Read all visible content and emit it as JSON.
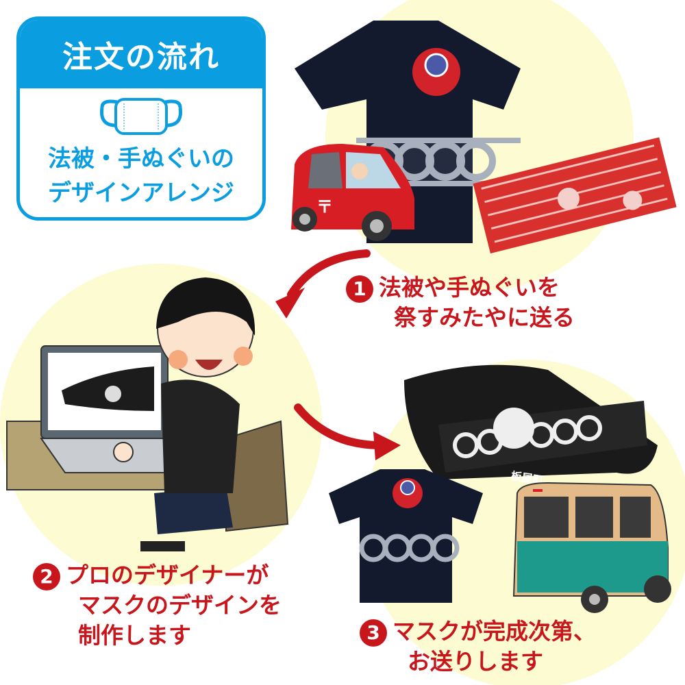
{
  "title_box": {
    "heading": "注文の流れ",
    "icon": "face-mask-icon",
    "subtitle_line1": "法被・手ぬぐいの",
    "subtitle_line2": "デザインアレンジ"
  },
  "steps": [
    {
      "number": "1",
      "lines": [
        "法被や手ぬぐいを",
        "祭すみたやに送る"
      ]
    },
    {
      "number": "2",
      "lines": [
        "プロのデザイナーが",
        "マスクのデザインを",
        "制作します"
      ]
    },
    {
      "number": "3",
      "lines": [
        "マスクが完成次第、",
        "お送りします"
      ]
    }
  ],
  "mask_print_text": "板屋町",
  "colors": {
    "accent_blue": "#0a9ee0",
    "step_red": "#c8161d",
    "highlight_yellow": "#fdfbd2"
  }
}
